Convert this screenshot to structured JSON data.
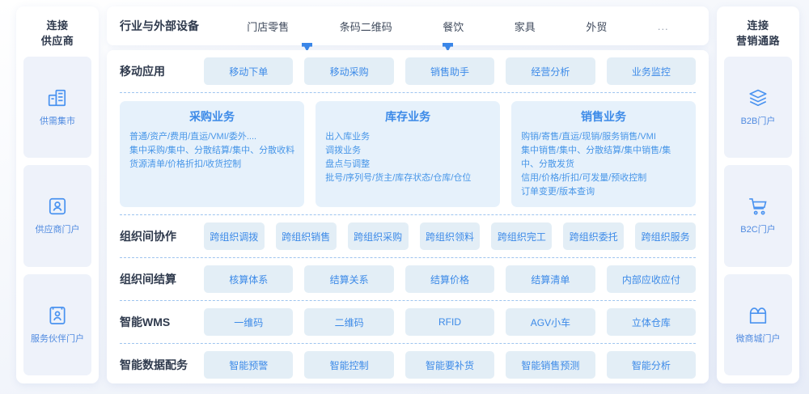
{
  "left_rail": {
    "title_line1": "连接",
    "title_line2": "供应商",
    "items": [
      {
        "label": "供需集市",
        "icon": "building-icon"
      },
      {
        "label": "供应商门户",
        "icon": "user-card-icon"
      },
      {
        "label": "服务伙伴门户",
        "icon": "partner-badge-icon"
      }
    ]
  },
  "right_rail": {
    "title_line1": "连接",
    "title_line2": "营销通路",
    "items": [
      {
        "label": "B2B门户",
        "icon": "layers-icon"
      },
      {
        "label": "B2C门户",
        "icon": "shopping-cart-icon"
      },
      {
        "label": "微商城门户",
        "icon": "storefront-icon"
      }
    ]
  },
  "tabbar": {
    "lead_label": "行业与外部设备",
    "items": [
      "门店零售",
      "条码二维码",
      "餐饮",
      "家具",
      "外贸",
      "..."
    ],
    "marker_color": "#3a86e8"
  },
  "rows": {
    "mobile": {
      "label": "移动应用",
      "chips": [
        "移动下单",
        "移动采购",
        "销售助手",
        "经营分析",
        "业务监控"
      ]
    },
    "collaboration": {
      "label": "组织间协作",
      "chips": [
        "跨组织调拨",
        "跨组织销售",
        "跨组织采购",
        "跨组织领料",
        "跨组织完工",
        "跨组织委托",
        "跨组织服务"
      ]
    },
    "settlement": {
      "label": "组织间结算",
      "chips": [
        "核算体系",
        "结算关系",
        "结算价格",
        "结算清单",
        "内部应收应付"
      ]
    },
    "wms": {
      "label": "智能WMS",
      "chips": [
        "一维码",
        "二维码",
        "RFID",
        "AGV小车",
        "立体仓库"
      ]
    },
    "data_service": {
      "label": "智能数据配务",
      "chips": [
        "智能预警",
        "智能控制",
        "智能要补货",
        "智能销售预测",
        "智能分析"
      ]
    }
  },
  "business_cards": [
    {
      "title": "采购业务",
      "lines": [
        "普通/资产/费用/直运/VMI/委外....",
        "集中采购/集中、分散结算/集中、分散收料",
        "货源清单/价格折扣/收货控制"
      ]
    },
    {
      "title": "库存业务",
      "lines": [
        "出入库业务",
        "调拨业务",
        "盘点与调整",
        "批号/序列号/货主/库存状态/仓库/仓位"
      ]
    },
    {
      "title": "销售业务",
      "lines": [
        "购销/寄售/直运/现销/服务销售/VMI",
        "集中销售/集中、分散结算/集中销售/集中、分散发货",
        "信用/价格/折扣/可发量/预收控制",
        "订单变更/版本查询"
      ]
    }
  ],
  "colors": {
    "accent": "#3c8ae8",
    "chip_bg": "#e3eef6",
    "card_bg": "#e6f1fb",
    "rail_card_bg": "#eef2fa",
    "heading": "#2f3a4d"
  }
}
